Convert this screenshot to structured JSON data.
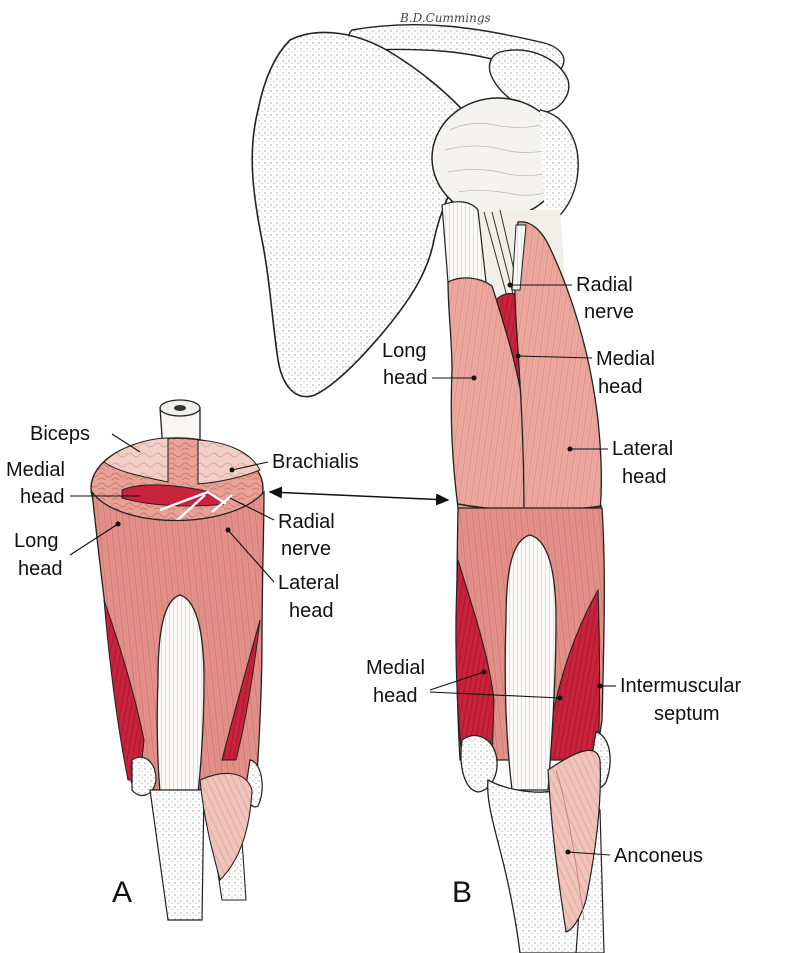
{
  "signature": "B.D.Cummings",
  "colors": {
    "muscle_light": "#e9a79c",
    "muscle_mid": "#e08a80",
    "muscle_dark": "#c8223c",
    "bone": "#ffffff",
    "tendon": "#f4f0ea",
    "ink": "#111111"
  },
  "panel_a": {
    "letter": "A",
    "labels": {
      "biceps": "Biceps",
      "brachialis": "Brachialis",
      "medial_head_1": "Medial",
      "medial_head_2": "head",
      "long_head_1": "Long",
      "long_head_2": "head",
      "radial_nerve_1": "Radial",
      "radial_nerve_2": "nerve",
      "lateral_head_1": "Lateral",
      "lateral_head_2": "head"
    }
  },
  "panel_b": {
    "letter": "B",
    "labels": {
      "radial_nerve_1": "Radial",
      "radial_nerve_2": "nerve",
      "long_head_1": "Long",
      "long_head_2": "head",
      "medial_head_1": "Medial",
      "medial_head_2": "head",
      "lateral_head_1": "Lateral",
      "lateral_head_2": "head",
      "medial_head_lower_1": "Medial",
      "medial_head_lower_2": "head",
      "intermuscular_1": "Intermuscular",
      "intermuscular_2": "septum",
      "anconeus": "Anconeus"
    }
  }
}
